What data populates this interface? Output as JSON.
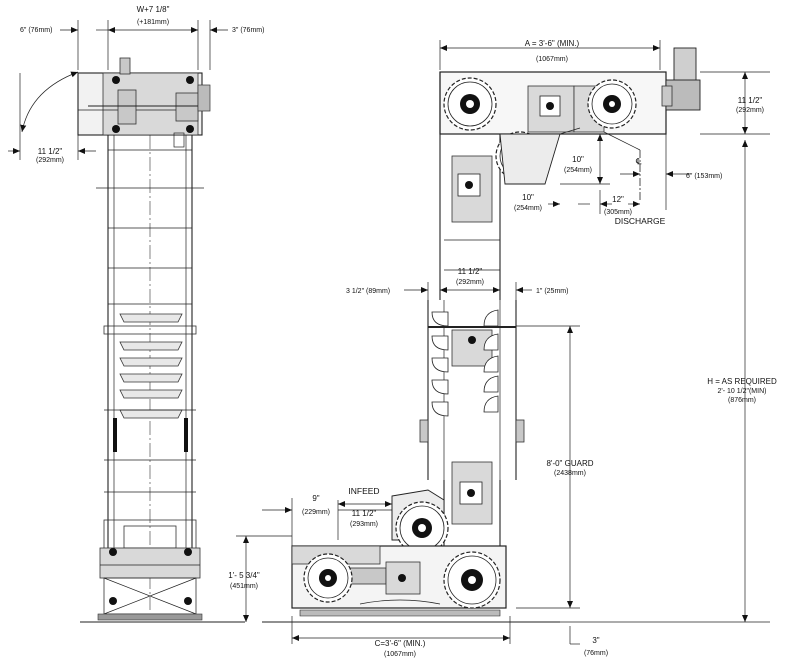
{
  "left_view": {
    "top_width": "W+7 1/8\"",
    "top_width_mm": "(+181mm)",
    "left_offset": "6\" (76mm)",
    "right_offset": "3\" (76mm)",
    "side_width": "11 1/2\"",
    "side_width_mm": "(292mm)"
  },
  "right_view": {
    "a_width": "A = 3'-6\" (MIN.)",
    "a_width_mm": "(1067mm)",
    "head_height": "11 1/2\"",
    "head_height_mm": "(292mm)",
    "ten_a": "10\"",
    "ten_a_mm": "(254mm)",
    "ten_b": "10\"",
    "ten_b_mm": "(254mm)",
    "twelve": "12\"",
    "twelve_mm": "(305mm)",
    "discharge": "DISCHARGE",
    "six": "6\" (153mm)",
    "column_width": "11 1/2\"",
    "column_width_mm": "(292mm)",
    "left_gap": "3 1/2\" (89mm)",
    "right_gap": "1\" (25mm)",
    "h_label": "H = AS REQUIRED",
    "h_min": "2'- 10 1/2\"(MIN)",
    "h_min_mm": "(876mm)",
    "guard": "8'-0\" GUARD",
    "guard_mm": "(2438mm)",
    "nine": "9\"",
    "nine_mm": "(229mm)",
    "infeed": "INFEED",
    "infeed_width": "11 1/2\"",
    "infeed_width_mm": "(293mm)",
    "base_height": "1'- 5 3/4\"",
    "base_height_mm": "(451mm)",
    "c_width": "C=3'-6\" (MIN.)",
    "c_width_mm": "(1067mm)",
    "three": "3\"",
    "three_mm": "(76mm)"
  }
}
